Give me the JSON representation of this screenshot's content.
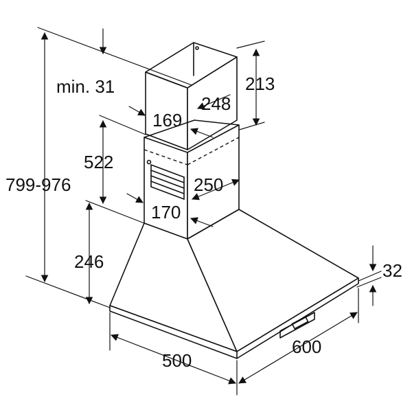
{
  "dimensions": {
    "total_height": "799-976",
    "min_gap": "min. 31",
    "upper_chimney_height": "213",
    "upper_chimney_depth": "248",
    "upper_chimney_width": "169",
    "lower_chimney_height": "522",
    "lower_chimney_depth": "250",
    "lower_chimney_width": "170",
    "canopy_height": "246",
    "canopy_edge": "32",
    "width": "600",
    "depth": "500"
  }
}
